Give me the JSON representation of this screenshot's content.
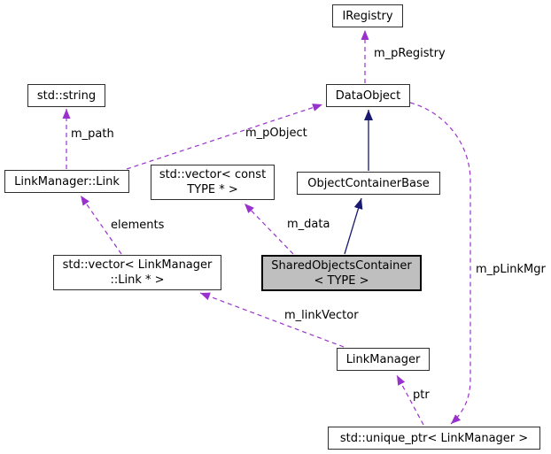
{
  "diagram": {
    "colors": {
      "background": "#ffffff",
      "usage_edge": "#9932cc",
      "inheritance_edge": "#191970",
      "node_border": "#2e2e2e",
      "node_fill": "#ffffff",
      "focus_node_fill": "#bfbfbf",
      "text": "#000000"
    },
    "nodes": {
      "iregistry": {
        "label": "IRegistry"
      },
      "dataobject": {
        "label": "DataObject"
      },
      "stdstring": {
        "label": "std::string"
      },
      "linkmanagerlink": {
        "label": "LinkManager::Link"
      },
      "vectorconsttype": {
        "label": "std::vector< const\nTYPE * >"
      },
      "objectcontainerbase": {
        "label": "ObjectContainerBase"
      },
      "sharedobjectscontainer": {
        "label": "SharedObjectsContainer\n< TYPE >"
      },
      "vectorlinkmanagerlink": {
        "label": "std::vector< LinkManager\n::Link * >"
      },
      "linkmanager": {
        "label": "LinkManager"
      },
      "uniqueptr": {
        "label": "std::unique_ptr< LinkManager >"
      }
    },
    "edges": {
      "m_pregistry": {
        "label": "m_pRegistry",
        "from": "DataObject",
        "to": "IRegistry",
        "type": "usage"
      },
      "m_path": {
        "label": "m_path",
        "from": "LinkManager::Link",
        "to": "std::string",
        "type": "usage"
      },
      "m_pobject": {
        "label": "m_pObject",
        "from": "LinkManager::Link",
        "to": "DataObject",
        "type": "usage"
      },
      "m_data": {
        "label": "m_data",
        "from": "SharedObjectsContainer< TYPE >",
        "to": "std::vector< const TYPE * >",
        "type": "usage"
      },
      "elements": {
        "label": "elements",
        "from": "std::vector< LinkManager::Link * >",
        "to": "LinkManager::Link",
        "type": "usage"
      },
      "m_linkvector": {
        "label": "m_linkVector",
        "from": "LinkManager",
        "to": "std::vector< LinkManager::Link * >",
        "type": "usage"
      },
      "m_plinkmgr": {
        "label": "m_pLinkMgr",
        "from": "DataObject",
        "to": "std::unique_ptr< LinkManager >",
        "type": "usage"
      },
      "ptr": {
        "label": "ptr",
        "from": "std::unique_ptr< LinkManager >",
        "to": "LinkManager",
        "type": "usage"
      },
      "inherit_ocb_dataobject": {
        "label": "",
        "from": "ObjectContainerBase",
        "to": "DataObject",
        "type": "inheritance"
      },
      "inherit_soc_ocb": {
        "label": "",
        "from": "SharedObjectsContainer< TYPE >",
        "to": "ObjectContainerBase",
        "type": "inheritance"
      }
    }
  }
}
